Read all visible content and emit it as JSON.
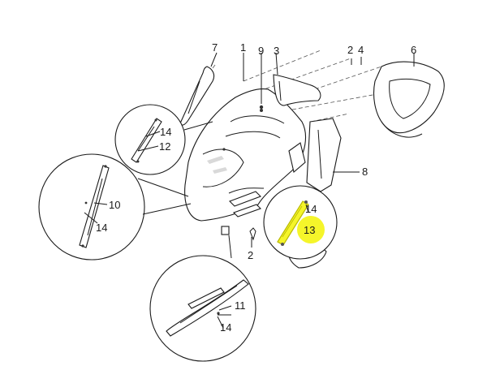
{
  "figure": {
    "type": "exploded-parts-diagram",
    "callouts": {
      "c1": "1",
      "c2": "2",
      "c3": "3",
      "c4": "4",
      "c5": "2",
      "c6": "6",
      "c7": "7",
      "c8": "8",
      "c9": "9",
      "c10": "10",
      "c11": "11",
      "c12": "12",
      "c13": "13",
      "c14a": "14",
      "c14b": "14",
      "c14c": "14",
      "c14d": "14"
    },
    "highlight": {
      "part": "13",
      "color": "#f5f52a",
      "stroke": "#b9b900"
    }
  }
}
